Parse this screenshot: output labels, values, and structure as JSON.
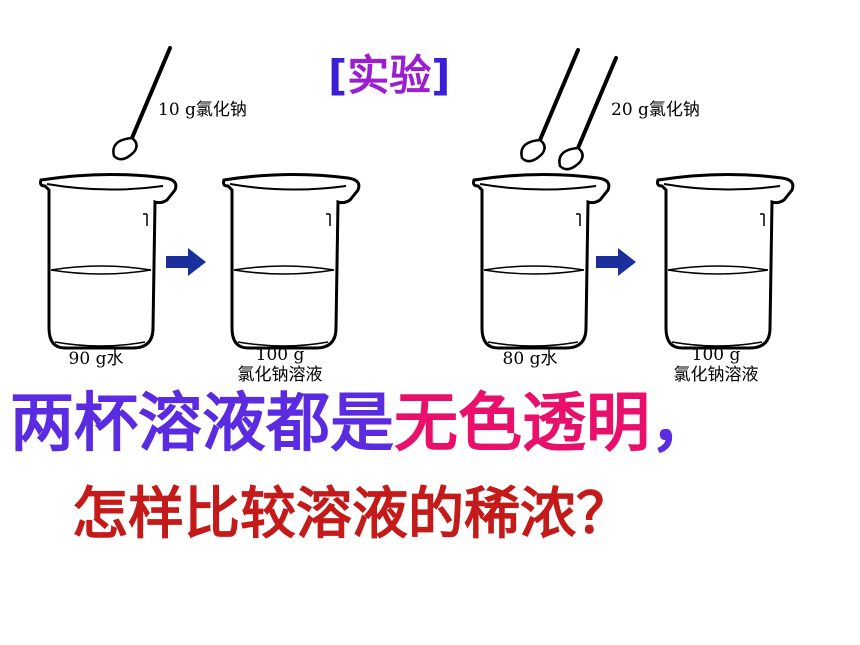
{
  "title": {
    "open": "[",
    "text": "实验",
    "close": "]"
  },
  "experiments": [
    {
      "salt_label": "10 g氯化钠",
      "before_label": "90 g水",
      "after_mass": "100 g",
      "after_label": "氯化钠溶液"
    },
    {
      "salt_label": "20 g氯化钠",
      "before_label": "80 g水",
      "after_mass": "100 g",
      "after_label": "氯化钠溶液"
    }
  ],
  "question": {
    "part1": "两杯溶液都是",
    "part2": "无色透明",
    "part3": "，",
    "line2": "怎样比较溶液的稀浓？"
  },
  "colors": {
    "title_bracket": "#3a1fd6",
    "title_text": "#9b1fd0",
    "purple_text": "#5a2be0",
    "pink_text": "#e8106a",
    "red_text": "#c41a1a",
    "arrow": "#1a2f9c"
  }
}
